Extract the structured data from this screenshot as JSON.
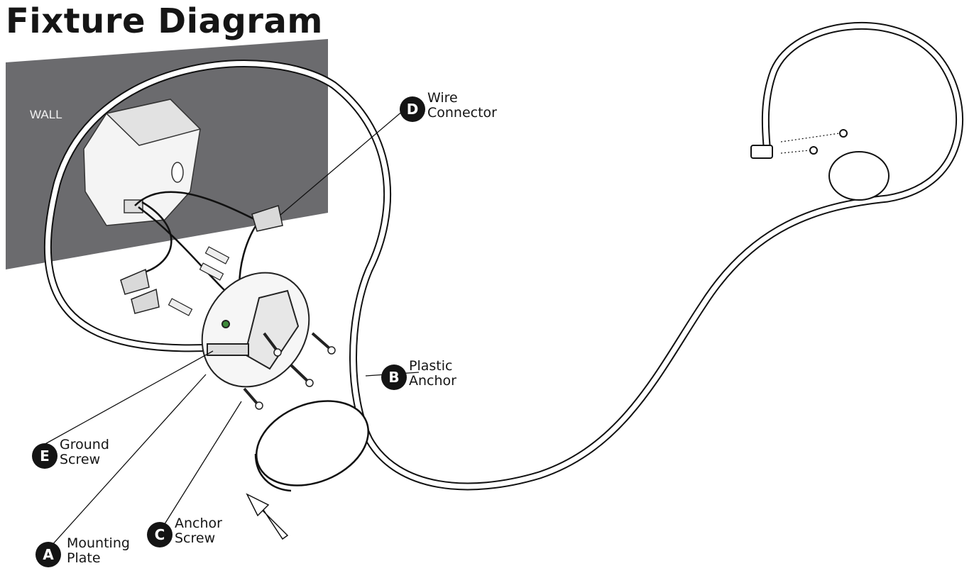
{
  "title": "Fixture Diagram",
  "wall_label": "WALL",
  "callouts": {
    "a": {
      "letter": "A",
      "line1": "Mounting",
      "line2": "Plate"
    },
    "b": {
      "letter": "B",
      "line1": "Plastic",
      "line2": "Anchor"
    },
    "c": {
      "letter": "C",
      "line1": "Anchor",
      "line2": "Screw"
    },
    "d": {
      "letter": "D",
      "line1": "Wire",
      "line2": "Connector"
    },
    "e": {
      "letter": "E",
      "line1": "Ground",
      "line2": "Screw"
    }
  },
  "colors": {
    "wall": "#6b6b6e",
    "ink": "#151515",
    "ground_screw": "#3d8a3a"
  }
}
